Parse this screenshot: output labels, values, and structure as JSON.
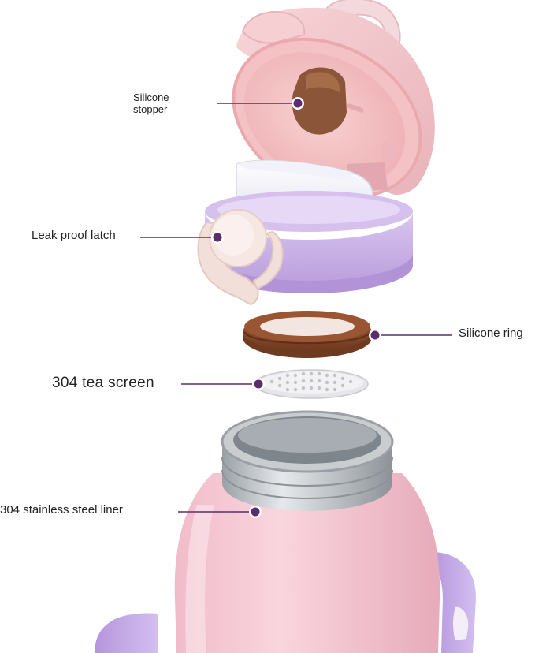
{
  "callouts": {
    "stopper": {
      "line1": "Silicone",
      "line2": "stopper"
    },
    "latch": "Leak proof latch",
    "ring": "Silicone ring",
    "screen": "304 tea screen",
    "liner": "304 stainless steel liner"
  },
  "colors": {
    "lid_pink": "#f1c6cb",
    "lid_inner_pink": "#f5c5c7",
    "stopper_brown": "#8e5a3c",
    "collar_purple": "#c8b0e6",
    "latch_cream": "#f4e3df",
    "ring_brown": "#8b4a2b",
    "steel_grey": "#b9bec2",
    "body_pink": "#f3c2cf",
    "marker_purple": "#5a2d6e"
  }
}
